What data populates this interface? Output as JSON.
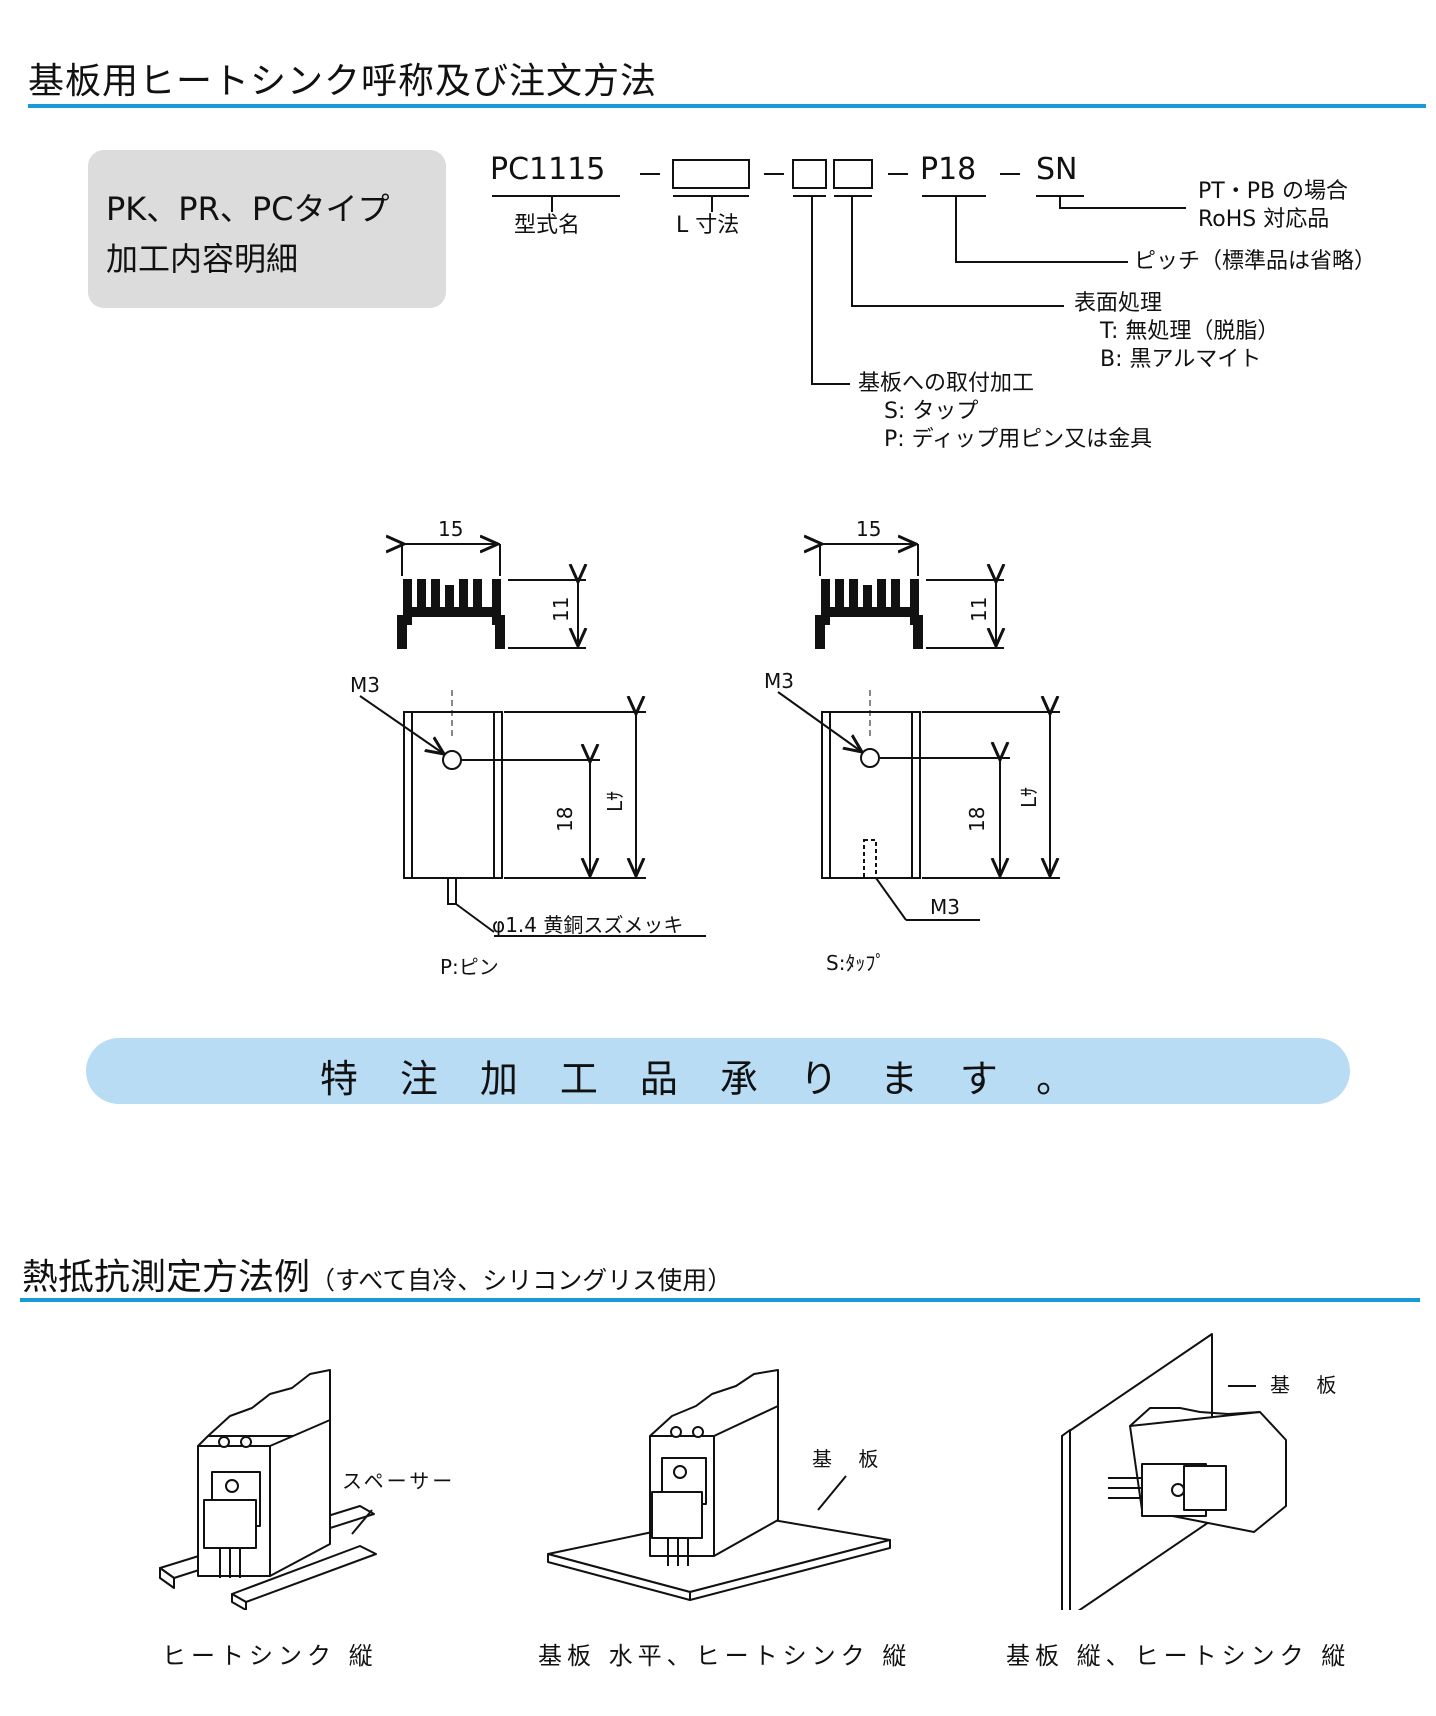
{
  "section1": {
    "title": "基板用ヒートシンク呼称及び注文方法",
    "box": {
      "line1": "PK、PR、PCタイプ",
      "line2": "加工内容明細"
    },
    "code": {
      "model": "PC1115",
      "dash": "－",
      "pitch": "P18",
      "suffix": "SN",
      "label_model": "型式名",
      "label_length": "L 寸法"
    },
    "notes": {
      "sn_line1": "PT・PB の場合",
      "sn_line2": "RoHS 対応品",
      "pitch": "ピッチ（標準品は省略）",
      "surface_title": "表面処理",
      "surface_t": "T: 無処理（脱脂）",
      "surface_b": "B: 黒アルマイト",
      "mount_title": "基板への取付加工",
      "mount_s": "S: タップ",
      "mount_p": "P: ディップ用ピン又は金具"
    }
  },
  "drawings": {
    "left": {
      "width": "15",
      "height": "11",
      "screw": "M3",
      "pitch": "18",
      "length": "Lｻ",
      "pin_note": "φ1.4  黄銅スズメッキ",
      "caption": "P:ピン"
    },
    "right": {
      "width": "15",
      "height": "11",
      "screw": "M3",
      "pitch": "18",
      "length": "Lｻ",
      "tap": "M3",
      "caption": "S:ﾀｯﾌﾟ"
    }
  },
  "banner": "特注加工品承ります。",
  "section2": {
    "title": "熱抵抗測定方法例",
    "subtitle": "（すべて自冷、シリコングリス使用）",
    "fig1": {
      "label": "スペーサー",
      "caption": "ヒートシンク 縦"
    },
    "fig2": {
      "label": "基 板",
      "caption": "基板 水平、ヒートシンク 縦"
    },
    "fig3": {
      "label": "基 板",
      "caption": "基板 縦、ヒートシンク 縦"
    }
  },
  "colors": {
    "accent_rule": "#1a9ad6",
    "banner_bg": "#b8dcf4",
    "box_bg": "#dcdcdc"
  }
}
